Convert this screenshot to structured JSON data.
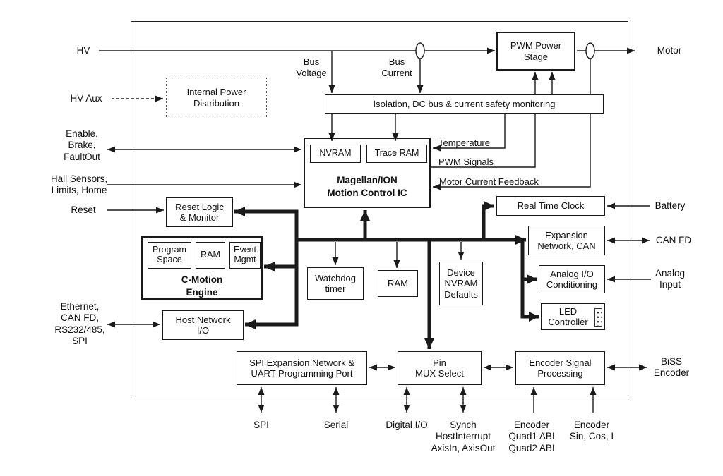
{
  "diagram": {
    "external": {
      "hv": "HV",
      "hv_aux": "HV Aux",
      "enable": "Enable,\nBrake,\nFaultOut",
      "hall": "Hall Sensors,\nLimits, Home",
      "reset": "Reset",
      "ethernet": "Ethernet,\nCAN FD,\nRS232/485,\nSPI",
      "motor": "Motor",
      "battery": "Battery",
      "can_fd": "CAN FD",
      "analog_input": "Analog\nInput",
      "biss_encoder": "BiSS\nEncoder",
      "spi": "SPI",
      "serial": "Serial",
      "digital_io": "Digital I/O",
      "synch": "Synch\nHostInterrupt\nAxisIn, AxisOut",
      "encoder_quad": "Encoder\nQuad1 ABI\nQuad2 ABI",
      "encoder_sin": "Encoder\nSin, Cos, I"
    },
    "wires": {
      "bus_voltage": "Bus\nVoltage",
      "bus_current": "Bus\nCurrent",
      "temperature": "Temperature",
      "pwm_signals": "PWM Signals",
      "motor_current_feedback": "Motor Current Feedback"
    },
    "blocks": {
      "pwm_power_stage": "PWM Power\nStage",
      "internal_power": "Internal Power\nDistribution",
      "isolation": "Isolation, DC bus & current safety monitoring",
      "nvram": "NVRAM",
      "trace_ram": "Trace RAM",
      "magellan": "Magellan/ION\nMotion Control IC",
      "reset_logic": "Reset Logic\n& Monitor",
      "program_space": "Program\nSpace",
      "cme_ram": "RAM",
      "event_mgmt": "Event\nMgmt",
      "c_motion": "C-Motion\nEngine",
      "watchdog": "Watchdog\ntimer",
      "ram": "RAM",
      "device_nvram": "Device\nNVRAM\nDefaults",
      "real_time_clock": "Real Time Clock",
      "expansion_network": "Expansion\nNetwork, CAN",
      "analog_conditioning": "Analog I/O\nConditioning",
      "led_controller": "LED\nController",
      "host_network": "Host Network\nI/O",
      "spi_expansion": "SPI Expansion Network &\nUART Programming Port",
      "pin_mux": "Pin\nMUX Select",
      "encoder_processing": "Encoder Signal\nProcessing"
    },
    "icons": {
      "current_sensor": "current-sensor",
      "led_dots": "led-dots-grid"
    },
    "colors": {
      "line": "#1a1a1a",
      "background": "#ffffff"
    }
  }
}
